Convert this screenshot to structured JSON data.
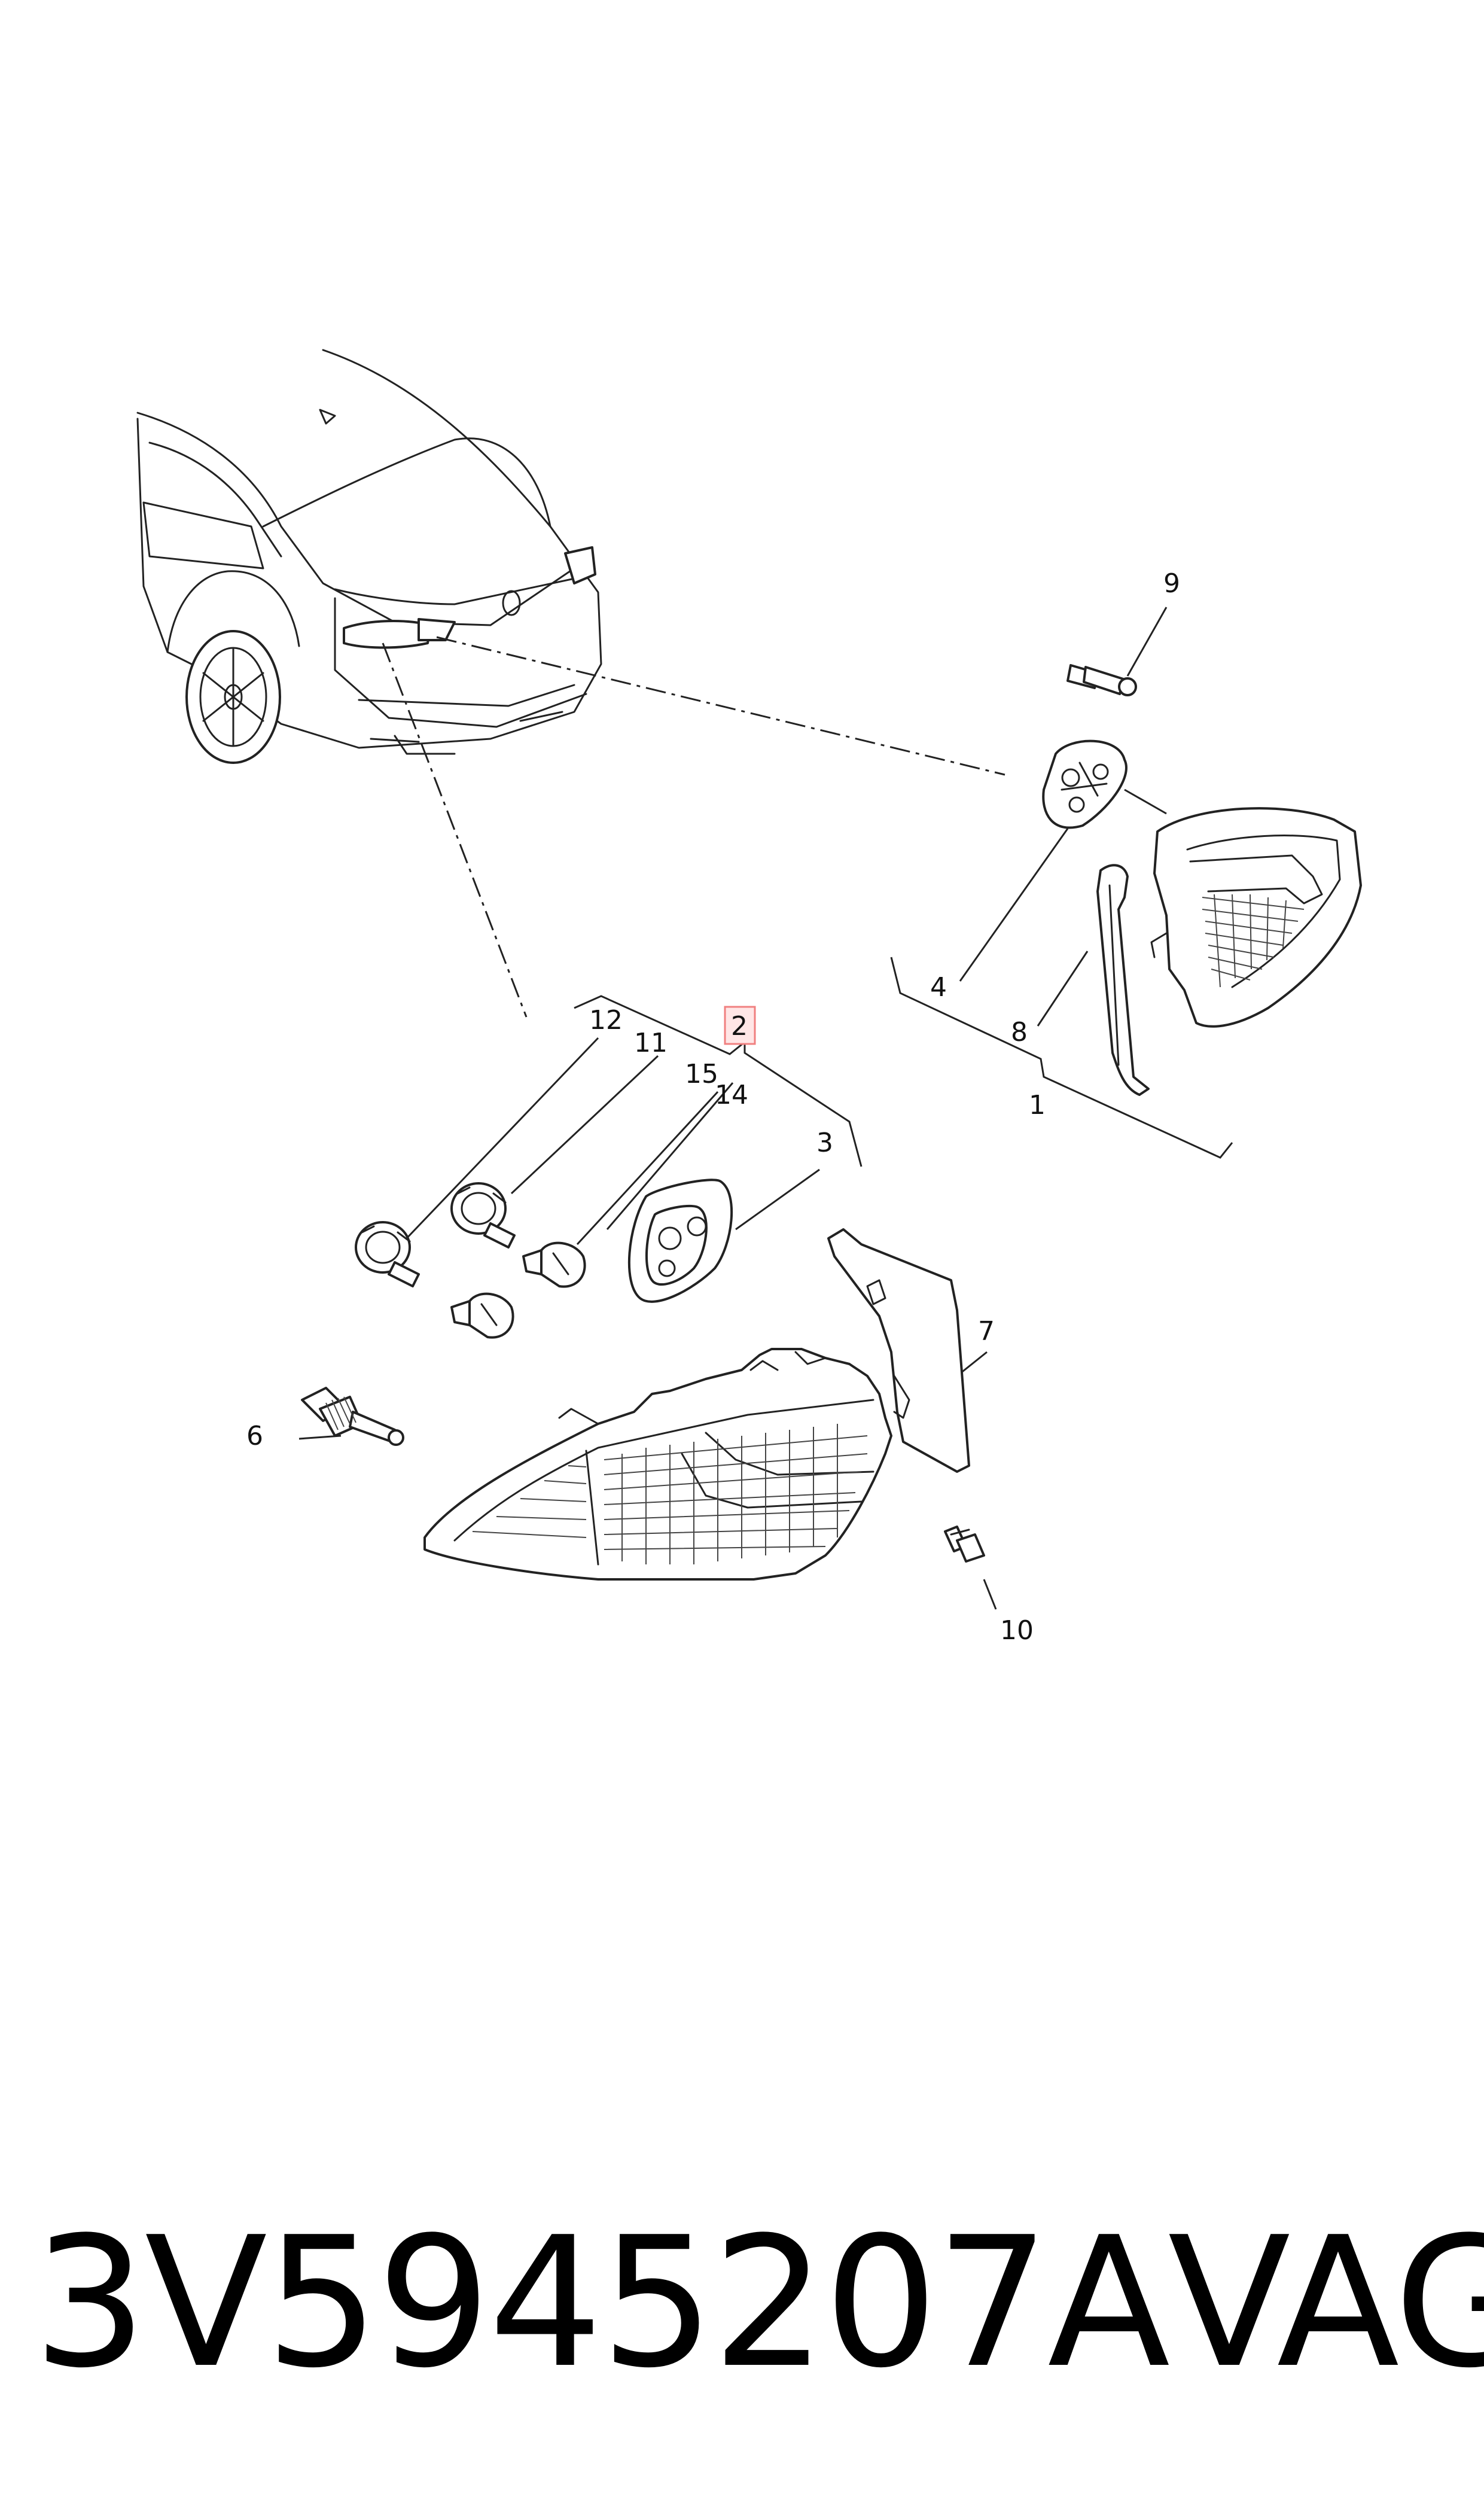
{
  "callouts": {
    "c1": "1",
    "c2": "2",
    "c3": "3",
    "c4": "4",
    "c6": "6",
    "c7": "7",
    "c8": "8",
    "c9": "9",
    "c10": "10",
    "c11": "11",
    "c12": "12",
    "c14": "14",
    "c15": "15"
  },
  "highlight_color": "#f08080",
  "caption": {
    "part_number": "3V5945207A",
    "brand": "VAG"
  }
}
